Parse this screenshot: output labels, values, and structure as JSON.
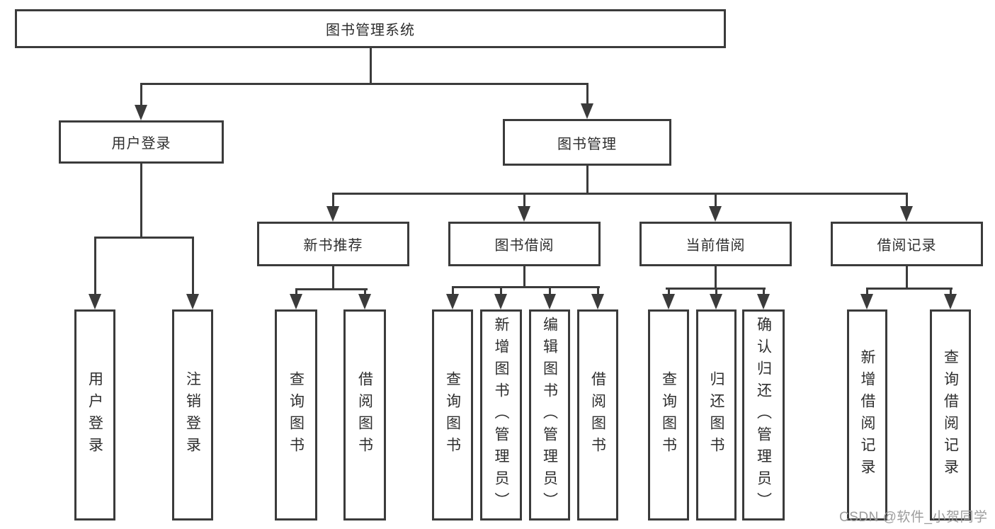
{
  "colors": {
    "line": "#3b3b3b",
    "box-border": "#3b3b3b",
    "text": "#2e2e2e",
    "watermark": "#9c9c9c",
    "box-bg": "#ffffff",
    "background": "#ffffff"
  },
  "watermark": {
    "text": "CSDN @软件_小贺同学"
  },
  "tree": {
    "label": "图书管理系统",
    "children": [
      {
        "label": "用户登录",
        "children": [
          {
            "label": "用户登录"
          },
          {
            "label": "注销登录"
          }
        ]
      },
      {
        "label": "图书管理",
        "children": [
          {
            "label": "新书推荐",
            "children": [
              {
                "label": "查询图书"
              },
              {
                "label": "借阅图书"
              }
            ]
          },
          {
            "label": "图书借阅",
            "children": [
              {
                "label": "查询图书"
              },
              {
                "label": "新增图书（管理员）"
              },
              {
                "label": "编辑图书（管理员）"
              },
              {
                "label": "借阅图书"
              }
            ]
          },
          {
            "label": "当前借阅",
            "children": [
              {
                "label": "查询图书"
              },
              {
                "label": "归还图书"
              },
              {
                "label": "确认归还（管理员）"
              }
            ]
          },
          {
            "label": "借阅记录",
            "children": [
              {
                "label": "新增借阅记录"
              },
              {
                "label": "查询借阅记录"
              }
            ]
          }
        ]
      }
    ]
  }
}
